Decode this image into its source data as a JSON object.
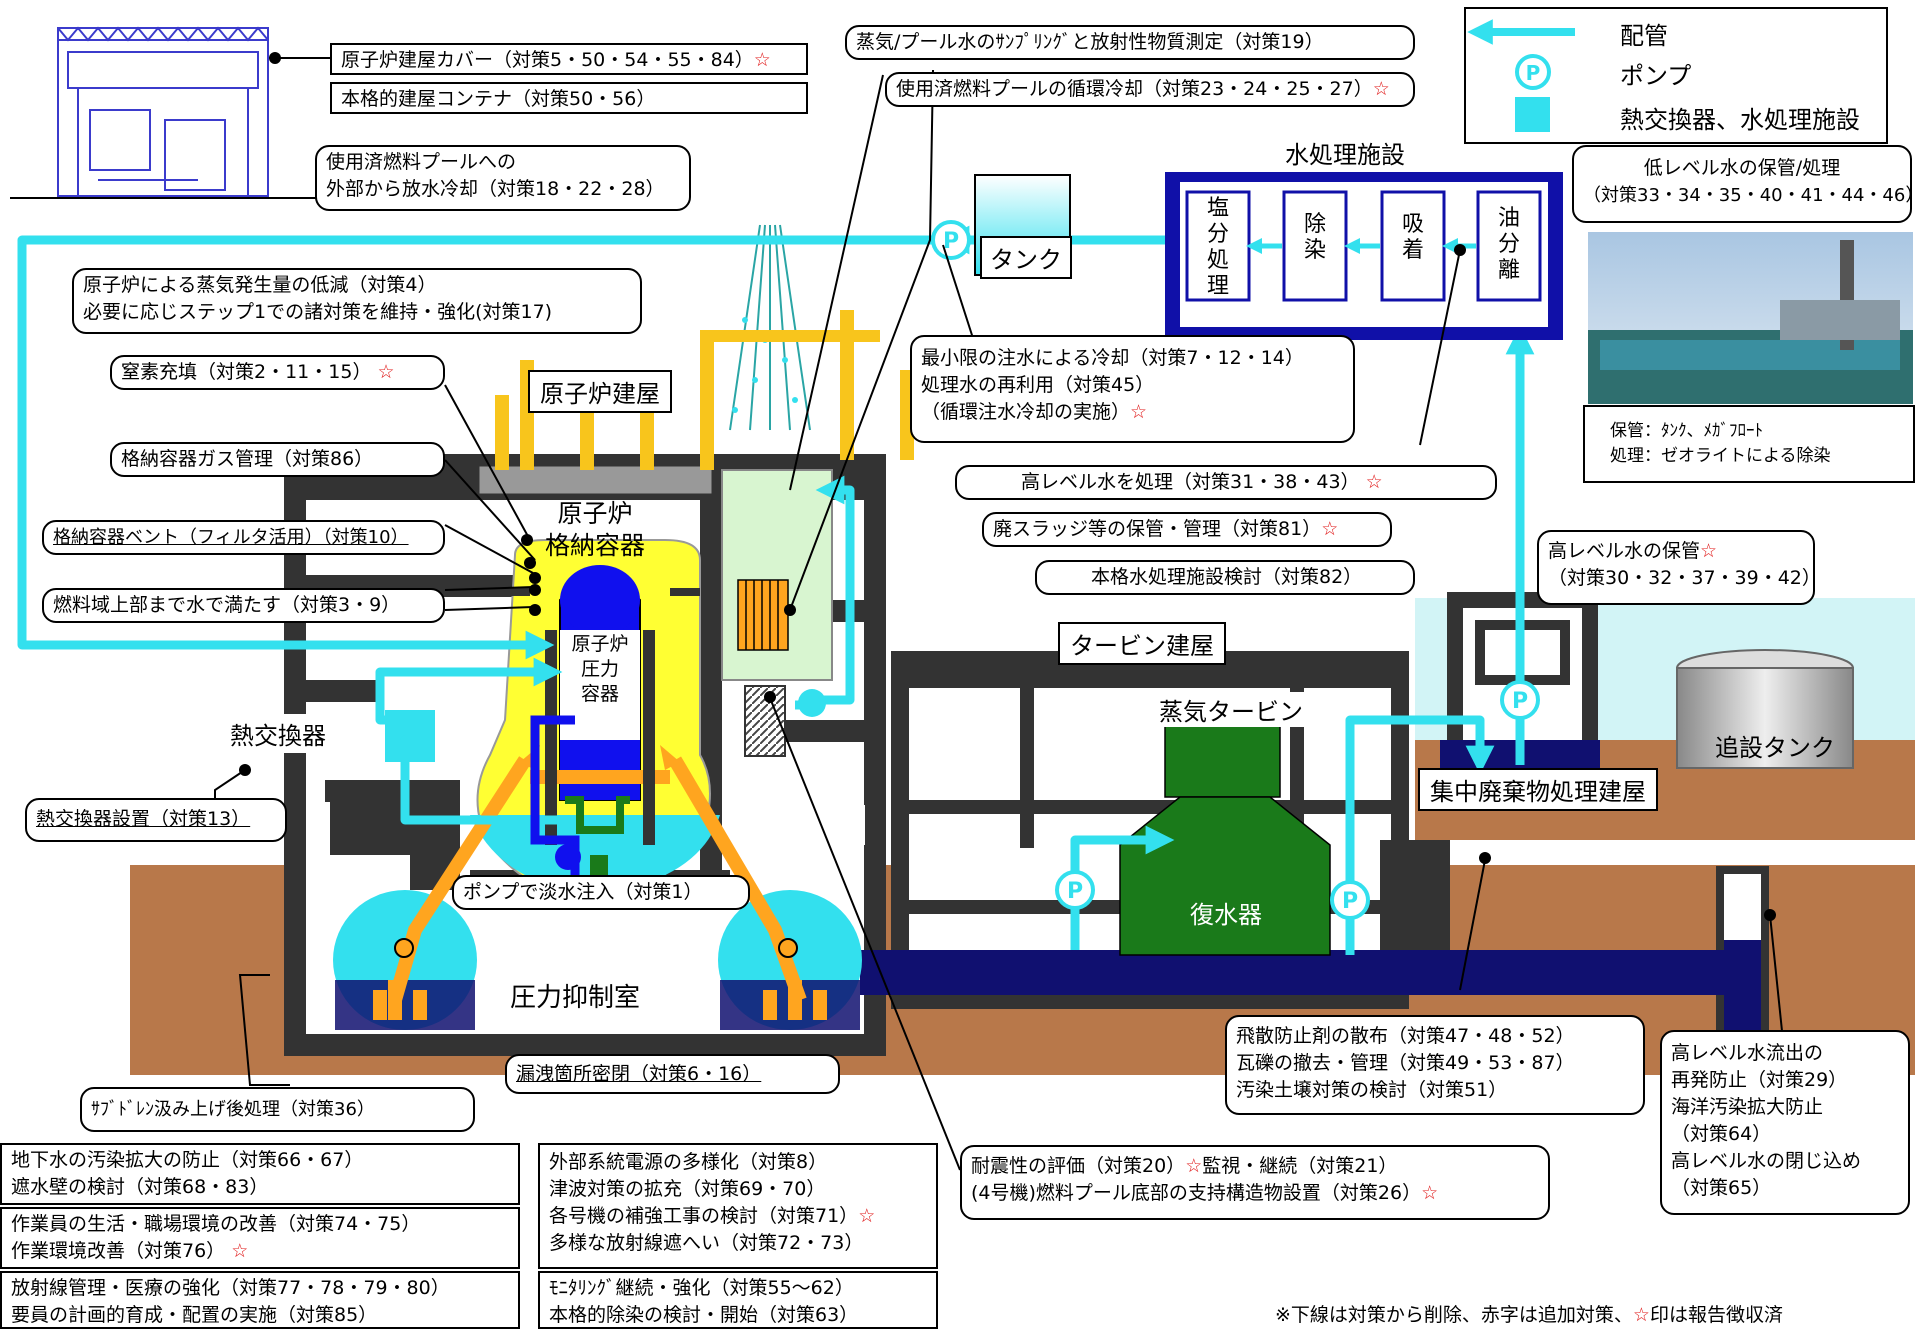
{
  "legend": {
    "pipe": "配管",
    "pump": "ポンプ",
    "hx_facility": "熱交換器、水処理施設",
    "pump_symbol": "P"
  },
  "labels": {
    "reactor_building": "原子炉建屋",
    "containment": [
      "原子炉",
      "格納容器"
    ],
    "pressure_vessel": [
      "原子炉",
      "圧力",
      "容器"
    ],
    "heat_exchanger": "熱交換器",
    "suppression": "圧力抑制室",
    "turbine_building": "タービン建屋",
    "steam_turbine": "蒸気タービン",
    "condenser": "復水器",
    "waste_building": "集中廃棄物処理建屋",
    "extra_tank": "追設タンク",
    "tank": "タンク",
    "water_facility": "水処理施設",
    "wf_steps": [
      "塩分処理",
      "除染",
      "吸着",
      "油分離"
    ],
    "photo_caption": [
      "保管：ﾀﾝｸ、ﾒｶﾞﾌﾛｰﾄ",
      "処理：ゼオライトによる除染"
    ]
  },
  "callouts": {
    "c1": "原子炉建屋カバー（対策5・50・54・55・84）",
    "c2": "本格的建屋コンテナ（対策50・56）",
    "c3": [
      "使用済燃料プールへの",
      "外部から放水冷却（対策18・22・28）"
    ],
    "c4": [
      "原子炉による蒸気発生量の低減（対策4）",
      "必要に応じステップ1での諸対策を維持・強化(対策17)"
    ],
    "c5": "窒素充填（対策2・11・15）",
    "c6": "格納容器ガス管理（対策86）",
    "c7": "格納容器ベント（フィルタ活用）（対策10）",
    "c8": "燃料域上部まで水で満たす（対策3・9）",
    "c9": "熱交換器設置（対策13）",
    "c10": "ポンプで淡水注入（対策1）",
    "c11": "漏洩箇所密閉（対策6・16）",
    "c12": "ｻﾌﾞﾄﾞﾚﾝ汲み上げ後処理（対策36）",
    "c13": "蒸気/プール水のｻﾝﾌﾟﾘﾝｸﾞと放射性物質測定（対策19）",
    "c14": "使用済燃料プールの循環冷却（対策23・24・25・27）",
    "c15": [
      "最小限の注水による冷却（対策7・12・14）",
      "処理水の再利用（対策45）",
      "（循環注水冷却の実施）"
    ],
    "c16": "高レベル水を処理（対策31・38・43）",
    "c17": "廃スラッジ等の保管・管理（対策81）",
    "c18": "本格水処理施設検討（対策82）",
    "c19": [
      "低レベル水の保管/処理",
      "（対策33・34・35・40・41・44・46）"
    ],
    "c20": [
      "高レベル水の保管",
      "（対策30・32・37・39・42）"
    ],
    "c21": [
      "飛散防止剤の散布（対策47・48・52）",
      "瓦礫の撤去・管理（対策49・53・87）",
      "汚染土壌対策の検討（対策51）"
    ],
    "c22": [
      "高レベル水流出の",
      "再発防止（対策29）",
      "海洋汚染拡大防止",
      "（対策64）",
      "高レベル水の閉じ込め",
      "（対策65）"
    ],
    "c23": [
      "耐震性の評価（対策20）",
      "監視・継続（対策21）",
      "(4号機)燃料プール底部の支持構造物設置（対策26）"
    ],
    "c24": [
      "地下水の汚染拡大の防止（対策66・67）",
      "遮水壁の検討（対策68・83）"
    ],
    "c25": [
      "作業員の生活・職場環境の改善（対策74・75）",
      "作業環境改善（対策76）"
    ],
    "c26": [
      "放射線管理・医療の強化（対策77・78・79・80）",
      "要員の計画的育成・配置の実施（対策85）"
    ],
    "c27": [
      "外部系統電源の多様化（対策8）",
      "津波対策の拡充（対策69・70）",
      "各号機の補強工事の検討（対策71）",
      "多様な放射線遮へい（対策72・73）"
    ],
    "c28": [
      "ﾓﾆﾀﾘﾝｸﾞ継続・強化（対策55～62）",
      "本格的除染の検討・開始（対策63）"
    ]
  },
  "star": "☆",
  "footnote": {
    "prefix": "※下線は対策から削除、赤字は追加対策、",
    "suffix": "印は報告徴収済"
  },
  "colors": {
    "pipe": "#33e0ee",
    "building": "#333333",
    "ground": "#b8784a",
    "containment": "#ffff33",
    "vessel": "#1010ee",
    "water_dark": "#101070",
    "turbine": "#1a7a1a",
    "orange": "#ffa51f",
    "yellow_pipe": "#f8c51c",
    "star": "#e01818"
  }
}
